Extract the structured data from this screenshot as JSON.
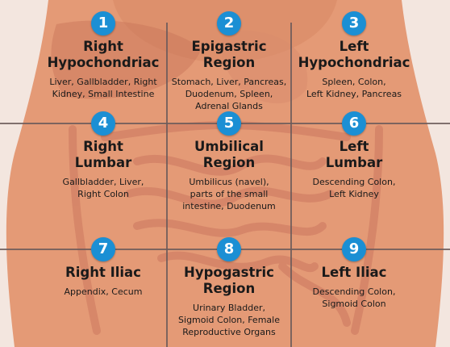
{
  "colors": {
    "badge": "#1b8fd4",
    "grid": "#6b5a5a",
    "skin": "#e49a76"
  },
  "regions": [
    {
      "number": "1",
      "title": "Right\nHypochondriac",
      "desc": "Liver, Gallbladder, Right\nKidney, Small Intestine"
    },
    {
      "number": "2",
      "title": "Epigastric\nRegion",
      "desc": "Stomach, Liver, Pancreas,\nDuodenum, Spleen,\nAdrenal Glands"
    },
    {
      "number": "3",
      "title": "Left\nHypochondriac",
      "desc": "Spleen, Colon,\nLeft Kidney, Pancreas"
    },
    {
      "number": "4",
      "title": "Right\nLumbar",
      "desc": "Gallbladder, Liver,\nRight Colon"
    },
    {
      "number": "5",
      "title": "Umbilical\nRegion",
      "desc": "Umbilicus (navel),\nparts of the small\nintestine, Duodenum"
    },
    {
      "number": "6",
      "title": "Left\nLumbar",
      "desc": "Descending Colon,\nLeft Kidney"
    },
    {
      "number": "7",
      "title": "Right Iliac",
      "desc": "Appendix, Cecum"
    },
    {
      "number": "8",
      "title": "Hypogastric\nRegion",
      "desc": "Urinary Bladder,\nSigmoid Colon, Female\nReproductive Organs"
    },
    {
      "number": "9",
      "title": "Left Iliac",
      "desc": "Descending Colon,\nSigmoid Colon"
    }
  ]
}
